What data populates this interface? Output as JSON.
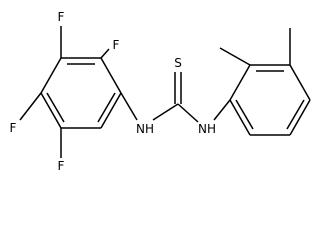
{
  "molecule": {
    "atom_labels": {
      "f_top": "F",
      "f_upper_right": "F",
      "f_left": "F",
      "f_bottom": "F",
      "s": "S",
      "nh_left": "NH",
      "nh_right": "NH"
    },
    "colors": {
      "bond": "#000000",
      "label": "#000000",
      "background": "#ffffff"
    }
  }
}
